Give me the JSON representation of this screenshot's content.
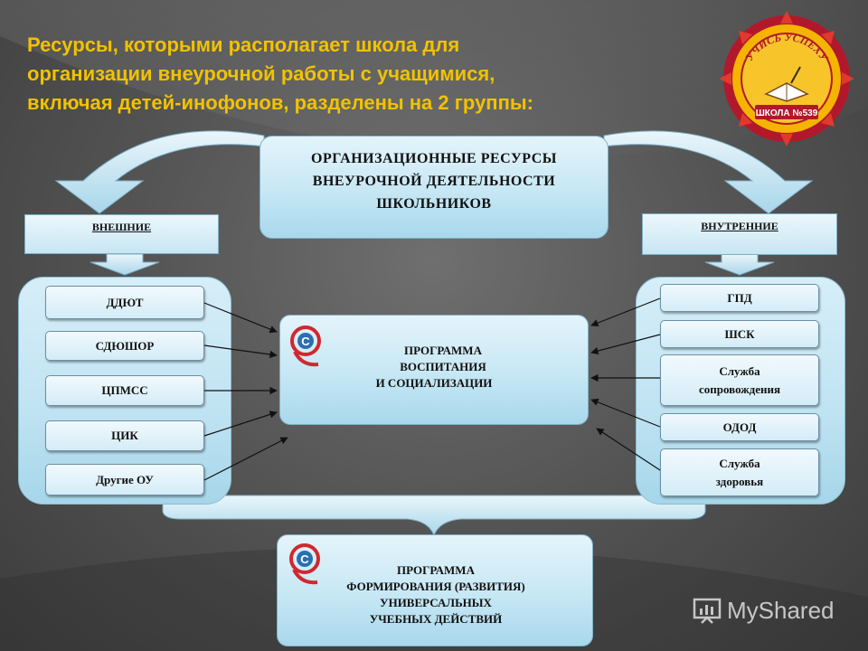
{
  "title_lines": [
    "Ресурсы, которыми располагает школа для",
    "организации внеурочной работы с учащимися,",
    "включая детей-инофонов, разделены на 2 группы:"
  ],
  "org_box": {
    "lines": [
      "ОРГАНИЗАЦИОННЫЕ РЕСУРСЫ",
      "ВНЕУРОЧНОЙ ДЕЯТЕЛЬНОСТИ",
      "ШКОЛЬНИКОВ"
    ]
  },
  "external_label": "ВНЕШНИЕ",
  "internal_label": "ВНУТРЕННИЕ",
  "external_items": [
    "ДДЮТ",
    "СДЮШОР",
    "ЦПМСС",
    "ЦИК",
    "Другие ОУ"
  ],
  "internal_items": [
    [
      "ГПД"
    ],
    [
      "ШСК"
    ],
    [
      "Служба",
      "сопровождения"
    ],
    [
      "ОДОД"
    ],
    [
      "Служба",
      "здоровья"
    ]
  ],
  "program_box": {
    "lines": [
      "ПРОГРАММА",
      "ВОСПИТАНИЯ",
      "И СОЦИАЛИЗАЦИИ"
    ]
  },
  "uud_box": {
    "lines": [
      "ПРОГРАММА",
      "ФОРМИРОВАНИЯ (РАЗВИТИЯ)",
      "УНИВЕРСАЛЬНЫХ",
      "УЧЕБНЫХ ДЕЙСТВИЙ"
    ]
  },
  "seal": {
    "top_text": "УЧИСЬ УСПЕХУ",
    "bottom_text": "ШКОЛА №539"
  },
  "watermark": "MyShared",
  "colors": {
    "title": "#f2c200",
    "box_fill": "#c6e7f4",
    "background": "#565656",
    "seal_outer": "#b2182b",
    "seal_inner": "#f4b400"
  }
}
